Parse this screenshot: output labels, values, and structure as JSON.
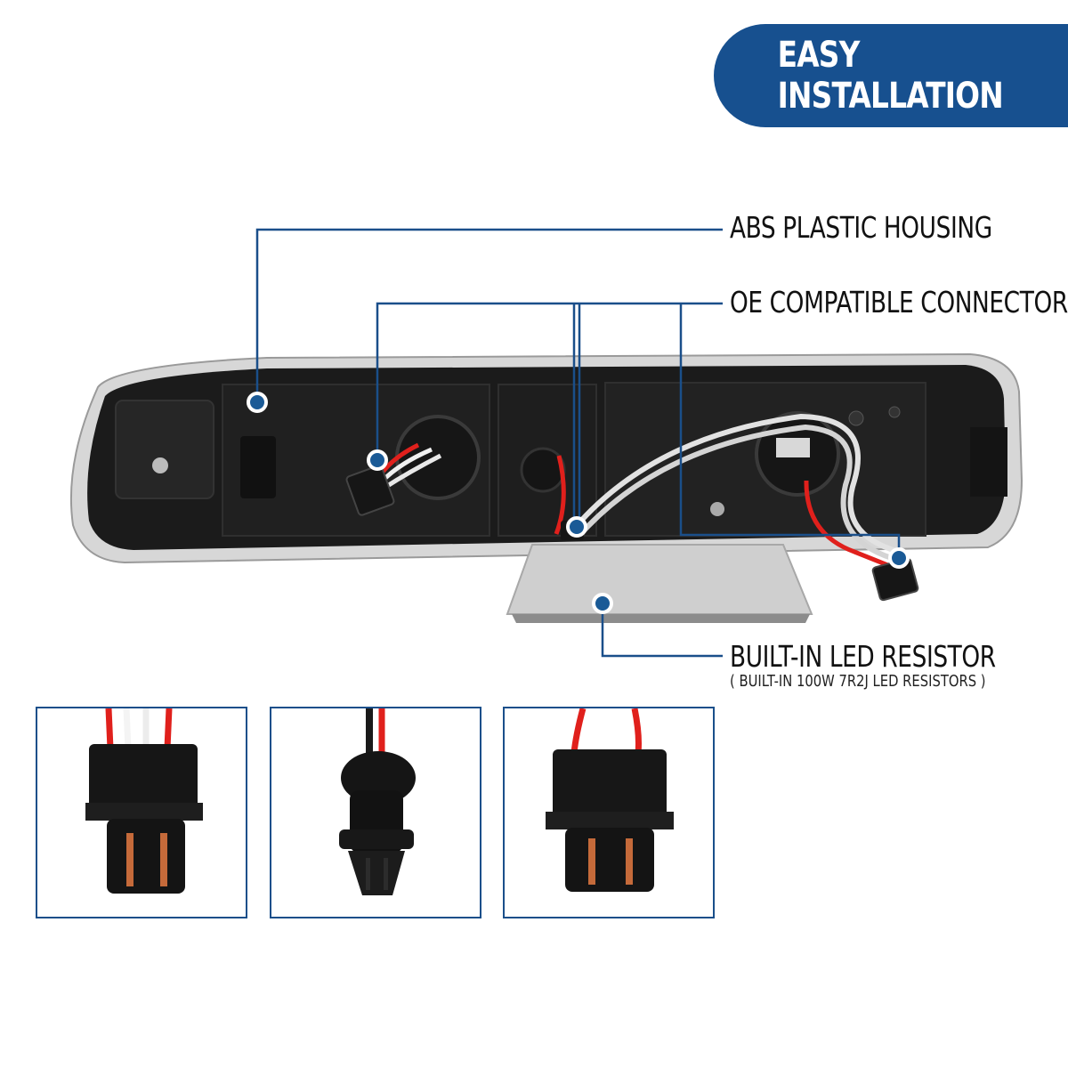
{
  "banner": {
    "title": "EASY INSTALLATION"
  },
  "callouts": [
    {
      "label": "ABS PLASTIC HOUSING"
    },
    {
      "label": "OE COMPATIBLE CONNECTORS"
    },
    {
      "label": "BUILT-IN LED RESISTOR",
      "sublabel": "( BUILT-IN 100W 7R2J LED RESISTORS )"
    }
  ],
  "thumbnails": [
    {
      "name": "four-wire connector"
    },
    {
      "name": "bulb socket"
    },
    {
      "name": "two-wire connector"
    }
  ],
  "colors": {
    "accent": "#17508f",
    "leader_line": "#1a4f8a",
    "dot": "#1a5a96",
    "wire_red": "#e0201c",
    "housing": "#1b1b1b",
    "chrome": "#c9c9c9"
  }
}
